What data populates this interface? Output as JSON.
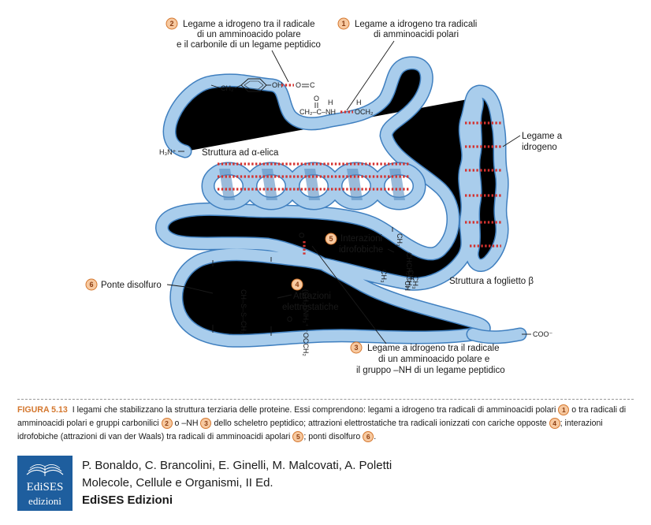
{
  "labels": {
    "n1": "1",
    "n2": "2",
    "n3": "3",
    "n4": "4",
    "n5": "5",
    "n6": "6",
    "label1_l1": "Legame a idrogeno tra radicali",
    "label1_l2": "di amminoacidi polari",
    "label2_l1": "Legame a idrogeno tra il radicale",
    "label2_l2": "di un amminoacido polare",
    "label2_l3": "e il carbonile di un legame peptidico",
    "label3_l1": "Legame a idrogeno tra il radicale",
    "label3_l2": "di un amminoacido polare e",
    "label3_l3": "il gruppo –NH di un legame peptidico",
    "label4_l1": "Attrazioni",
    "label4_l2": "elettrostatiche",
    "label5_l1": "Interazioni",
    "label5_l2": "idrofobiche",
    "label6": "Ponte disolfuro",
    "h_bond_l1": "Legame a",
    "h_bond_l2": "idrogeno",
    "alpha_helix": "Struttura ad α-elica",
    "beta_sheet": "Struttura a foglietto β",
    "n_term": "H₃N⁺",
    "c_term": "COO⁻"
  },
  "chem": {
    "tyr_ch2": "CH₂",
    "tyr_oh": "OH",
    "co_o": "O",
    "co_c": "C",
    "amide_chain": "CH₂–C–NH",
    "amide_o": "O",
    "amide_h": "H",
    "och2_h": "H",
    "och2": "OCH₂",
    "carbonyl_o": "O",
    "ss_chain": "CH–S–S–CH₂",
    "salt_bridge": "(CH₂)₄NH₃⁺ ⁻OCCH₂",
    "salt_o": "O",
    "hydrophobic_1": "CH₃",
    "hydrophobic_2": "CHCH₂CH₂",
    "hydrophobic_3": "CH₃",
    "hydrophobic_4": "CH₃",
    "hydrophobic_5": "CH",
    "hydrophobic_6": "CH₃"
  },
  "caption": {
    "figure": "FIGURA 5.13",
    "p1": "I legami che stabilizzano la struttura terziaria delle proteine. Essi comprendono: legami a idrogeno tra radicali di amminoacidi polari",
    "n1": "1",
    "p2": "o tra radicali di amminoacidi polari e gruppi carbonilici",
    "n2": "2",
    "p3": "o –NH",
    "n3": "3",
    "p4": "dello scheletro peptidico; attrazioni elettrostatiche tra radicali ionizzati con cariche opposte",
    "n4": "4",
    "p5": "; interazioni idrofobiche (attrazioni di van der Waals) tra radicali di amminoacidi apolari",
    "n5": "5",
    "p6": "; ponti disolfuro",
    "n6": "6",
    "end": "."
  },
  "publisher": {
    "logo_name": "EdiSES",
    "logo_sub": "edizioni",
    "authors": "P. Bonaldo, C. Brancolini, E. Ginelli, M. Malcovati, A. Poletti",
    "book_title": "Molecole, Cellule e Organismi, II Ed.",
    "name": "EdiSES Edizioni"
  },
  "colors": {
    "ribbon": "#a9cdec",
    "ribbon_edge": "#3f7fbf",
    "hbond": "#d4322f",
    "number_fill": "#f7c9a0",
    "number_stroke": "#d4772e",
    "caption_accent": "#d4772e",
    "logo_bg": "#1e5e9e"
  }
}
